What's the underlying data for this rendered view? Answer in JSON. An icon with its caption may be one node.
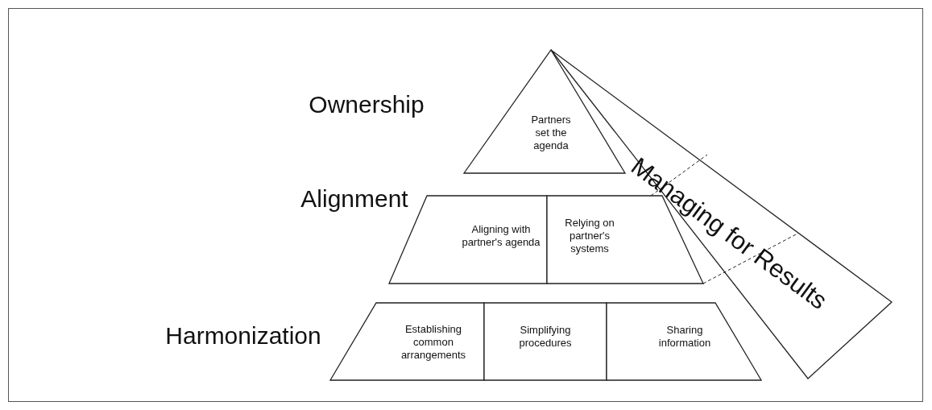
{
  "diagram": {
    "nodes": [
      {
        "text": [
          "Partners set the agenda"
        ]
      },
      {
        "text": [
          "Aligning with partner's agenda"
        ]
      },
      {
        "text": [
          "Relying on partner's systems"
        ]
      },
      {
        "text": [
          "Establishing common arrangements"
        ]
      },
      {
        "text": [
          "Simplifying procedures"
        ]
      },
      {
        "text": [
          "Sharing information"
        ]
      },
      {
        "text": [
          "Managing for Results"
        ]
      }
    ],
    "edges": [],
    "labels": [
      "Ownership",
      "Alignment",
      "Harmonization"
    ]
  }
}
